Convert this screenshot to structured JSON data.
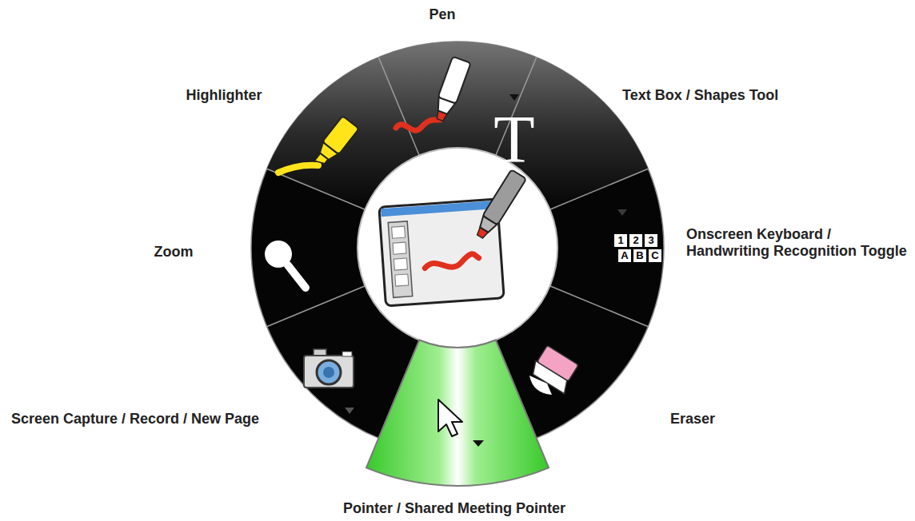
{
  "diagram": {
    "labels": [
      "Pen",
      "Highlighter",
      "Text Box / Shapes Tool",
      "Onscreen Keyboard / Handwriting Recognition Toggle",
      "Zoom",
      "Screen Capture / Record / New Page",
      "Eraser",
      "Pointer / Shared Meeting Pointer",
      "T",
      "1",
      "2",
      "3",
      "A",
      "B",
      "C"
    ]
  }
}
